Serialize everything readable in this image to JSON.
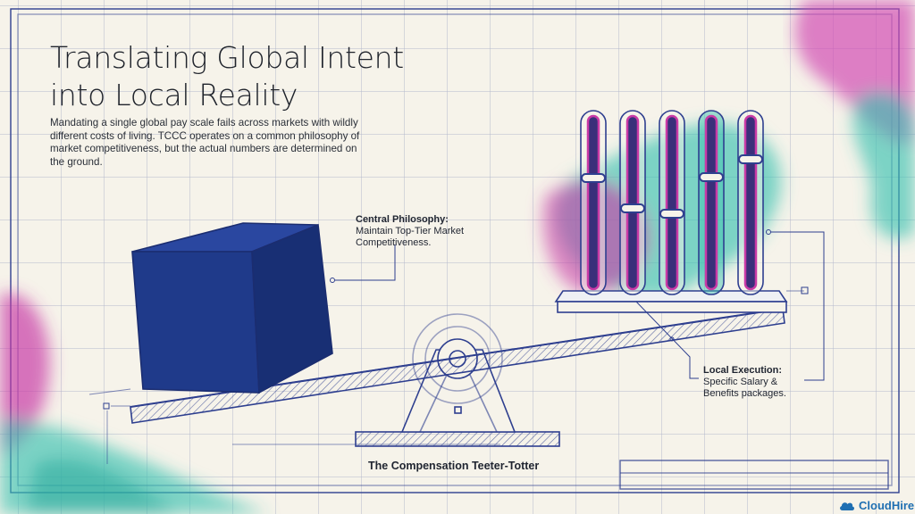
{
  "title_lines": [
    "Translating Global Intent",
    "into Local Reality"
  ],
  "description": "Mandating a single global pay scale fails across markets with wildly different costs of living. TCCC operates on a common philosophy of market competitiveness, but the actual numbers are determined on the ground.",
  "callouts": {
    "central_philosophy": {
      "heading": "Central Philosophy:",
      "body": "Maintain Top-Tier Market Competitiveness."
    },
    "local_execution": {
      "heading": "Local Execution:",
      "body": "Specific Salary & Benefits packages."
    }
  },
  "caption": "The Compensation Teeter-Totter",
  "logo_text": "CloudHire",
  "colors": {
    "background": "#f6f3ea",
    "blueprint_line": "#2e3f8f",
    "cube_face": "#1f3a8a",
    "magenta": "#c93aa6",
    "teal": "#3cc1b0",
    "logo_blue": "#1f6fb2"
  }
}
